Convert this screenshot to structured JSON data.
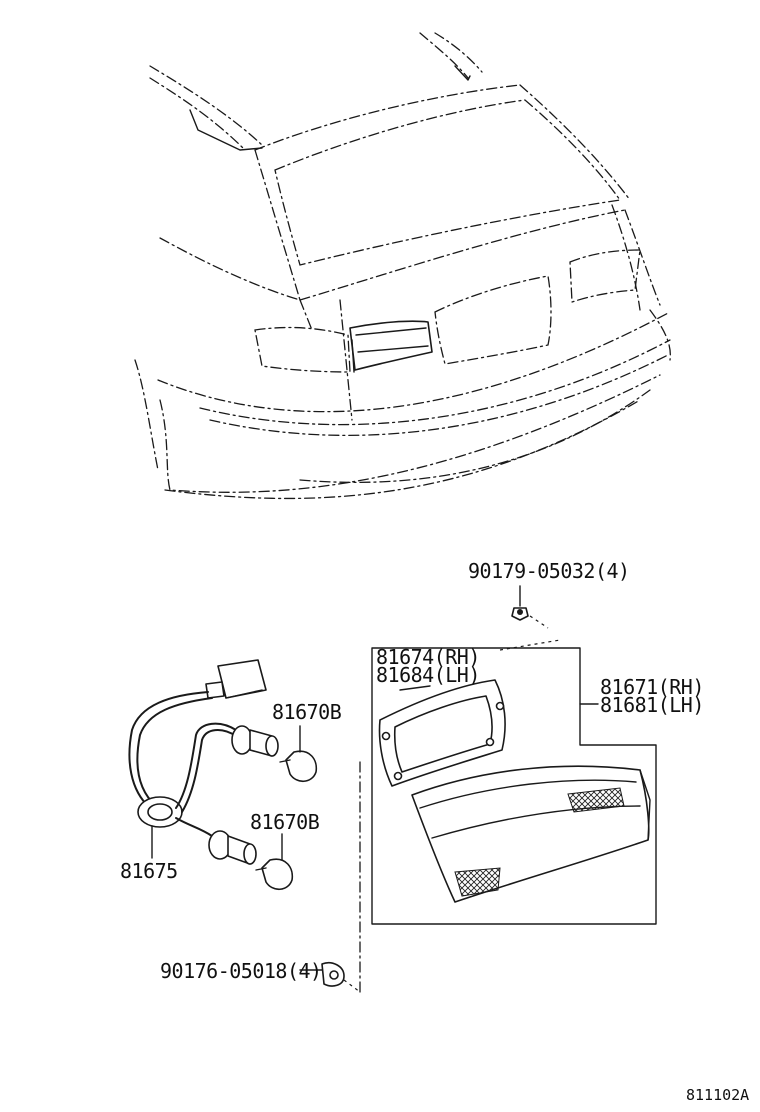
{
  "labels": {
    "screw_top": "90179-05032(4)",
    "gasket_rh": "81674(RH)",
    "gasket_lh": "81684(LH)",
    "lamp_rh": "81671(RH)",
    "lamp_lh": "81681(LH)",
    "bulb_upper": "81670B",
    "bulb_lower": "81670B",
    "socket_wire": "81675",
    "screw_bottom": "90176-05018(4)",
    "diagram_code": "811102A"
  },
  "colors": {
    "ink": "#1a1a1a",
    "background": "#ffffff"
  }
}
